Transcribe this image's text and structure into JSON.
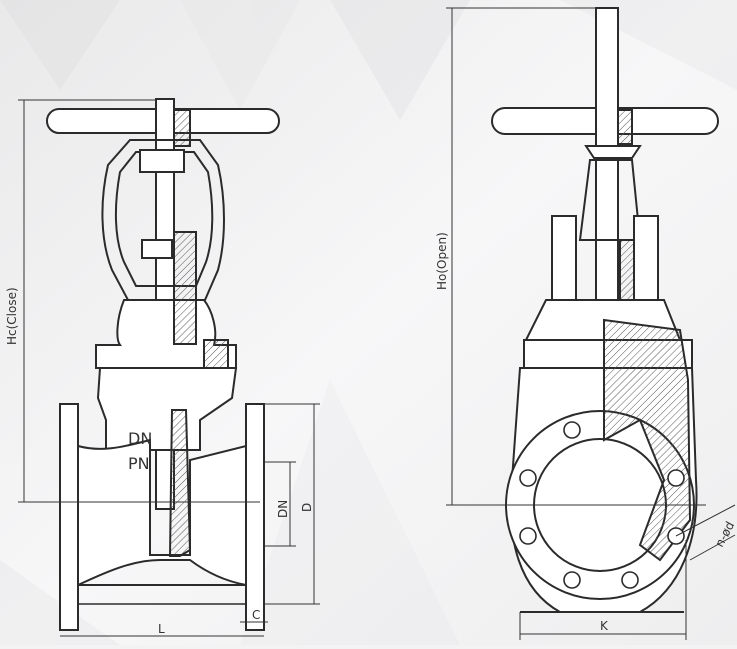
{
  "labels": {
    "hc": "Hc(Close)",
    "ho": "Ho(Open)",
    "dn_body": "DN",
    "pn_body": "PN",
    "dn_dim": "DN",
    "d_dim": "D",
    "c_dim": "C",
    "l_dim": "L",
    "k_dim": "K",
    "nphid": "n-ød"
  },
  "colors": {
    "background": "#f3f3f4",
    "line": "#2b2b2b",
    "fill": "#ffffff",
    "hatch": "#555555"
  }
}
